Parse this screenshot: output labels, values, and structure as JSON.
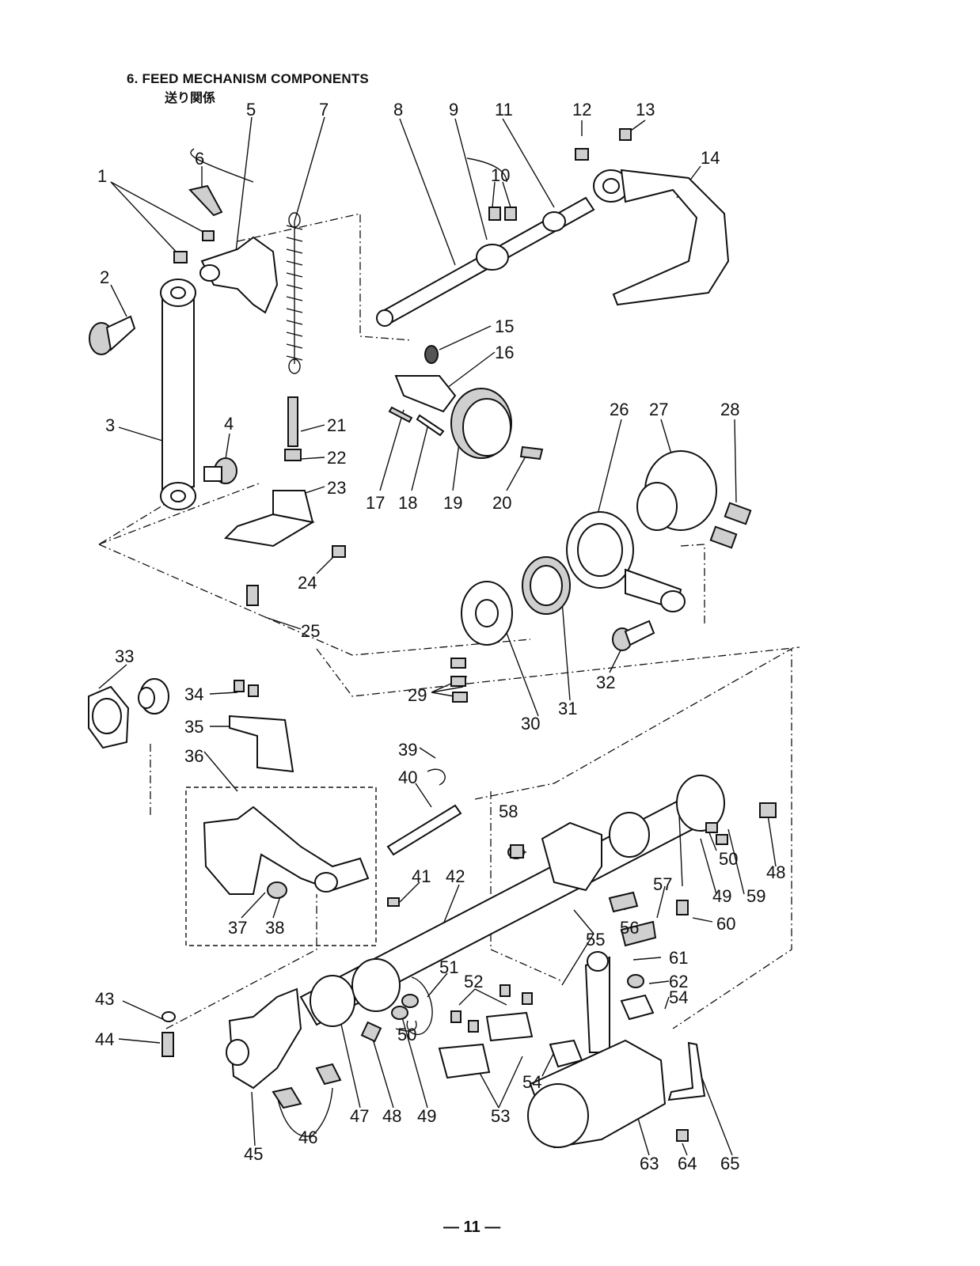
{
  "page": {
    "section_title": "6.  FEED MECHANISM COMPONENTS",
    "section_title_jp": "送り関係",
    "page_number": "— 11 —"
  },
  "callouts": [
    {
      "id": "c1",
      "text": "1"
    },
    {
      "id": "c2",
      "text": "2"
    },
    {
      "id": "c3",
      "text": "3"
    },
    {
      "id": "c4",
      "text": "4"
    },
    {
      "id": "c5",
      "text": "5"
    },
    {
      "id": "c6",
      "text": "6"
    },
    {
      "id": "c7",
      "text": "7"
    },
    {
      "id": "c8",
      "text": "8"
    },
    {
      "id": "c9",
      "text": "9"
    },
    {
      "id": "c10",
      "text": "10"
    },
    {
      "id": "c11",
      "text": "11"
    },
    {
      "id": "c12",
      "text": "12"
    },
    {
      "id": "c13",
      "text": "13"
    },
    {
      "id": "c14",
      "text": "14"
    },
    {
      "id": "c15",
      "text": "15"
    },
    {
      "id": "c16",
      "text": "16"
    },
    {
      "id": "c17",
      "text": "17"
    },
    {
      "id": "c18",
      "text": "18"
    },
    {
      "id": "c19",
      "text": "19"
    },
    {
      "id": "c20",
      "text": "20"
    },
    {
      "id": "c21",
      "text": "21"
    },
    {
      "id": "c22",
      "text": "22"
    },
    {
      "id": "c23",
      "text": "23"
    },
    {
      "id": "c24",
      "text": "24"
    },
    {
      "id": "c25",
      "text": "25"
    },
    {
      "id": "c26",
      "text": "26"
    },
    {
      "id": "c27",
      "text": "27"
    },
    {
      "id": "c28",
      "text": "28"
    },
    {
      "id": "c29",
      "text": "29"
    },
    {
      "id": "c30",
      "text": "30"
    },
    {
      "id": "c31",
      "text": "31"
    },
    {
      "id": "c32",
      "text": "32"
    },
    {
      "id": "c33",
      "text": "33"
    },
    {
      "id": "c34",
      "text": "34"
    },
    {
      "id": "c35",
      "text": "35"
    },
    {
      "id": "c36",
      "text": "36"
    },
    {
      "id": "c37",
      "text": "37"
    },
    {
      "id": "c38",
      "text": "38"
    },
    {
      "id": "c39",
      "text": "39"
    },
    {
      "id": "c40",
      "text": "40"
    },
    {
      "id": "c41",
      "text": "41"
    },
    {
      "id": "c42",
      "text": "42"
    },
    {
      "id": "c43",
      "text": "43"
    },
    {
      "id": "c44",
      "text": "44"
    },
    {
      "id": "c45",
      "text": "45"
    },
    {
      "id": "c46",
      "text": "46"
    },
    {
      "id": "c47",
      "text": "47"
    },
    {
      "id": "c48a",
      "text": "48"
    },
    {
      "id": "c48b",
      "text": "48"
    },
    {
      "id": "c49a",
      "text": "49"
    },
    {
      "id": "c49b",
      "text": "49"
    },
    {
      "id": "c50a",
      "text": "50"
    },
    {
      "id": "c50b",
      "text": "50"
    },
    {
      "id": "c51",
      "text": "51"
    },
    {
      "id": "c52",
      "text": "52"
    },
    {
      "id": "c53",
      "text": "53"
    },
    {
      "id": "c54a",
      "text": "54"
    },
    {
      "id": "c54b",
      "text": "54"
    },
    {
      "id": "c55",
      "text": "55"
    },
    {
      "id": "c56",
      "text": "56"
    },
    {
      "id": "c57",
      "text": "57"
    },
    {
      "id": "c58",
      "text": "58"
    },
    {
      "id": "c59",
      "text": "59"
    },
    {
      "id": "c60",
      "text": "60"
    },
    {
      "id": "c61",
      "text": "61"
    },
    {
      "id": "c62",
      "text": "62"
    },
    {
      "id": "c63",
      "text": "63"
    },
    {
      "id": "c64",
      "text": "64"
    },
    {
      "id": "c65",
      "text": "65"
    }
  ]
}
